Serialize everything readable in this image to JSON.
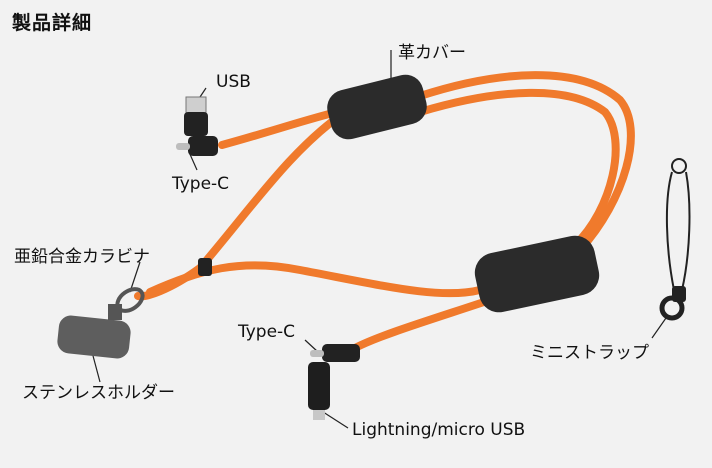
{
  "title": "製品詳細",
  "labels": {
    "leather_cover": "革カバー",
    "usb": "USB",
    "type_c_top": "Type-C",
    "zinc_carabiner": "亜鉛合金カラビナ",
    "type_c_bottom": "Type-C",
    "mini_strap": "ミニストラップ",
    "stainless_holder": "ステンレスホルダー",
    "lightning_micro_usb": "Lightning/micro USB"
  },
  "colors": {
    "background": "#f2f2f2",
    "cord": "#f07a2c",
    "leather": "#2b2b2b",
    "text": "#111111"
  }
}
